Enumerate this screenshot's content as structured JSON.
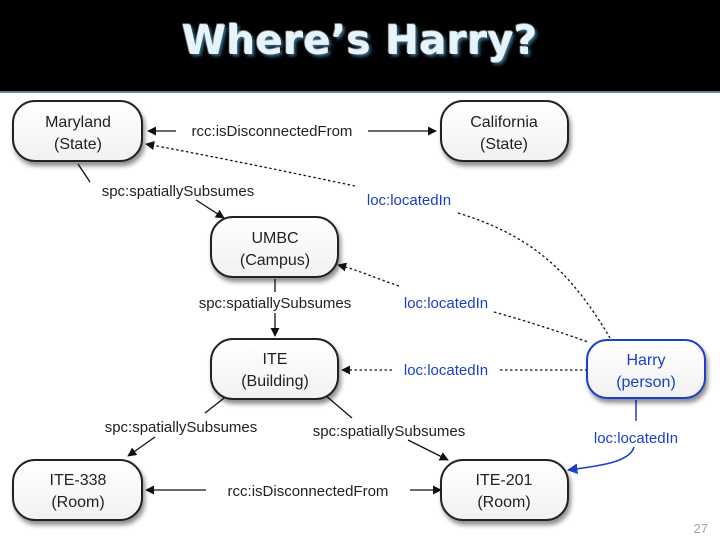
{
  "slide": {
    "title": "Where’s Harry?",
    "page_number": "27"
  },
  "nodes": {
    "maryland": [
      "Maryland",
      "(State)"
    ],
    "california": [
      "California",
      "(State)"
    ],
    "umbc": [
      "UMBC",
      "(Campus)"
    ],
    "ite": [
      "ITE",
      "(Building)"
    ],
    "ite338": [
      "ITE-338",
      "(Room)"
    ],
    "ite201": [
      "ITE-201",
      "(Room)"
    ],
    "harry": [
      "Harry",
      "(person)"
    ]
  },
  "edges": {
    "md_cal_disconnected": "rcc:isDisconnectedFrom",
    "md_umbc_subsumes": "spc:spatiallySubsumes",
    "umbc_ite_subsumes": "spc:spatiallySubsumes",
    "ite_338_subsumes": "spc:spatiallySubsumes",
    "ite_201_subsumes": "spc:spatiallySubsumes",
    "rooms_disconnected": "rcc:isDisconnectedFrom",
    "harry_md_located": "loc:locatedIn",
    "harry_umbc_located": "loc:locatedIn",
    "harry_ite_located": "loc:locatedIn",
    "harry_201_located": "loc:locatedIn"
  },
  "colors": {
    "header_bg": "#000000",
    "harry_accent": "#1a3fc7",
    "node_border": "#222222"
  }
}
